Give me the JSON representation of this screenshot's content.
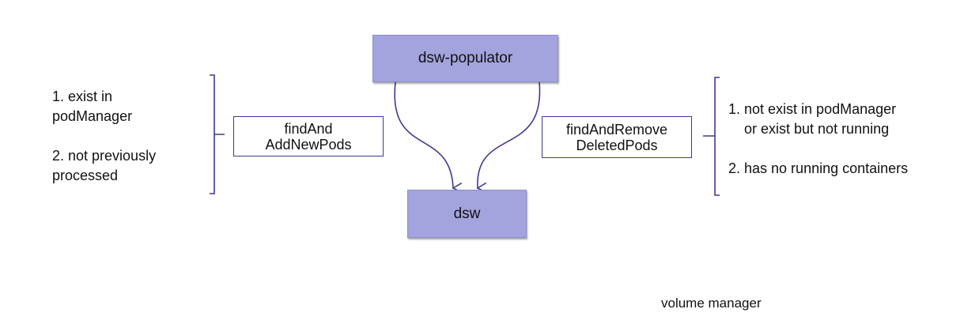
{
  "nodes": {
    "populator": "dsw-populator",
    "dsw": "dsw"
  },
  "left": {
    "action": [
      "findAnd",
      "AddNewPods"
    ],
    "conditions": [
      "1. exist in",
      "podManager",
      "2. not previously",
      "processed"
    ]
  },
  "right": {
    "action": [
      "findAndRemove",
      "DeletedPods"
    ],
    "conditions": [
      "1. not exist in podManager",
      "or exist but not running",
      "2. has no running containers"
    ]
  },
  "footer": "volume manager",
  "colors": {
    "node_fill": "#a3a3dd",
    "edge": "#3b3b8f"
  }
}
